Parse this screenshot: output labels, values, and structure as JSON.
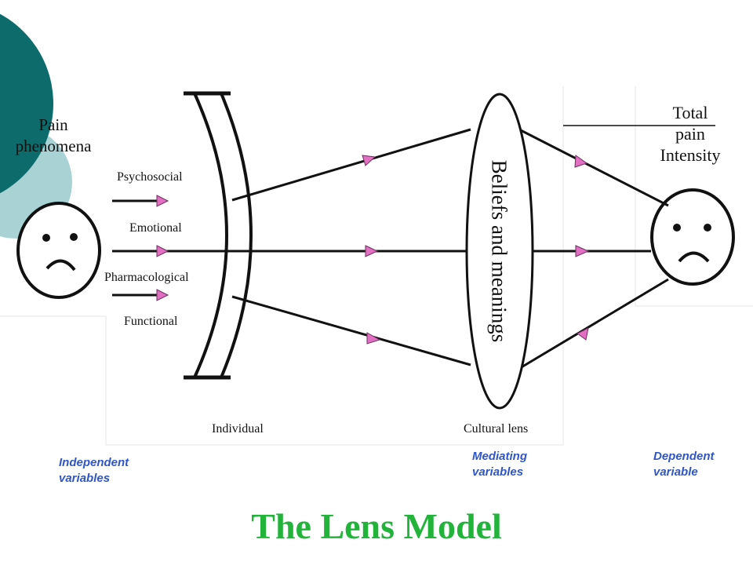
{
  "diagram": {
    "pain_phenomena": "Pain\nphenomena",
    "inputs": [
      "Psychosocial",
      "Emotional",
      "Pharmacological",
      "Functional"
    ],
    "cultural_lens_text": "Beliefs and meanings",
    "output": "Total\npain\nIntensity",
    "individual_label": "Individual",
    "cultural_label": "Cultural lens",
    "independent": "Independent\nvariables",
    "mediating": "Mediating\nvariables",
    "dependent": "Dependent\nvariable",
    "title": "The Lens Model"
  },
  "colors": {
    "teal": "#0d6b6b",
    "light_teal": "#a8d2d3",
    "arrow": "#e26fc2",
    "title": "#22b33a",
    "var_text": "#2f56c8"
  }
}
